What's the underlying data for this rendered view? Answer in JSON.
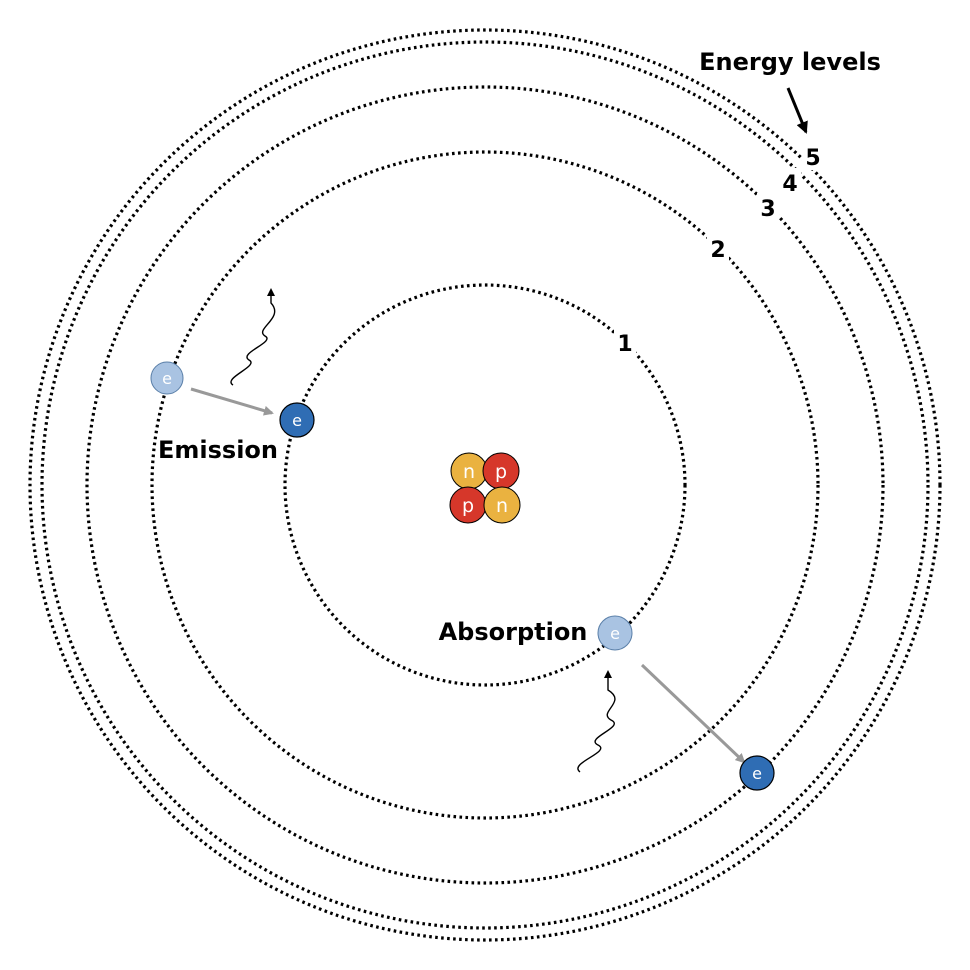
{
  "labels": {
    "energy_levels": "Energy levels",
    "emission": "Emission",
    "absorption": "Absorption"
  },
  "levels": [
    "1",
    "2",
    "3",
    "4",
    "5"
  ],
  "nucleus": {
    "top_left": "n",
    "top_right": "p",
    "bottom_left": "p",
    "bottom_right": "n"
  },
  "electron_symbol": "e",
  "colors": {
    "proton": "#d6372a",
    "neutron": "#eab240",
    "electron_ground": "#2f6db4",
    "electron_faded": "#a9c3e2",
    "transition_arrow": "#999999"
  }
}
